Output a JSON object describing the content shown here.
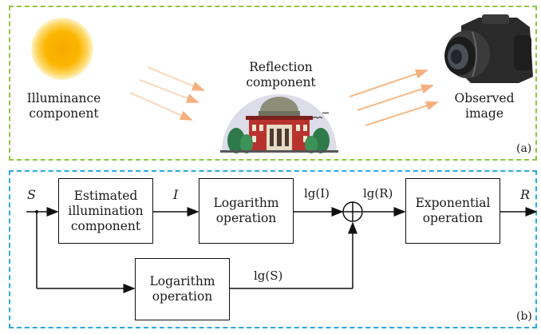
{
  "panel_a": {
    "label": "(a)",
    "illuminance": "Illuminance\ncomponent",
    "reflection": "Reflection\ncomponent",
    "observed": "Observed\nimage",
    "icons": [
      "sun-icon",
      "building-icon",
      "camera-icon"
    ],
    "colors": {
      "border": "#8ec63f",
      "ray": "#f7c59a",
      "sun": "#fbb600"
    }
  },
  "panel_b": {
    "label": "(b)",
    "signals": {
      "S": "S",
      "I": "I",
      "R": "R",
      "lgI": "lg(I)",
      "lgR": "lg(R)",
      "lgS": "lg(S)"
    },
    "blocks": {
      "estimate": "Estimated\nillumination\ncomponent",
      "log_top": "Logarithm\noperation",
      "log_bottom": "Logarithm\noperation",
      "exp": "Exponential\noperation"
    },
    "colors": {
      "border": "#29a9e1"
    }
  }
}
